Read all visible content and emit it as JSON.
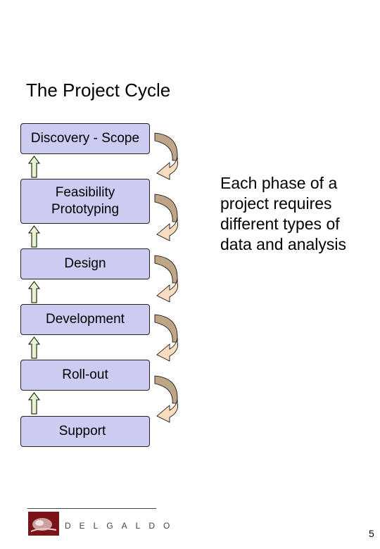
{
  "slide": {
    "title": "The Project Cycle",
    "phases": [
      {
        "lines": [
          "Discovery - Scope"
        ]
      },
      {
        "lines": [
          "Feasibility",
          "Prototyping"
        ]
      },
      {
        "lines": [
          "Design"
        ]
      },
      {
        "lines": [
          "Development"
        ]
      },
      {
        "lines": [
          "Roll-out"
        ]
      },
      {
        "lines": [
          "Support"
        ]
      }
    ],
    "side_text": "Each phase of a project requires different types of data and analysis",
    "footer": {
      "logo_text": "DELGALDO",
      "page_number": "5"
    },
    "colors": {
      "phase_fill": "#ccccf2",
      "up_arrow_fill": "#e6f6cc",
      "curve_arrow_dark": "#bfa588",
      "curve_arrow_light": "#f7dcc0",
      "logo_red": "#7a1418"
    },
    "icons": {
      "up_arrow": "arrow-up-icon",
      "curve_arrow": "curved-arrow-icon"
    }
  }
}
